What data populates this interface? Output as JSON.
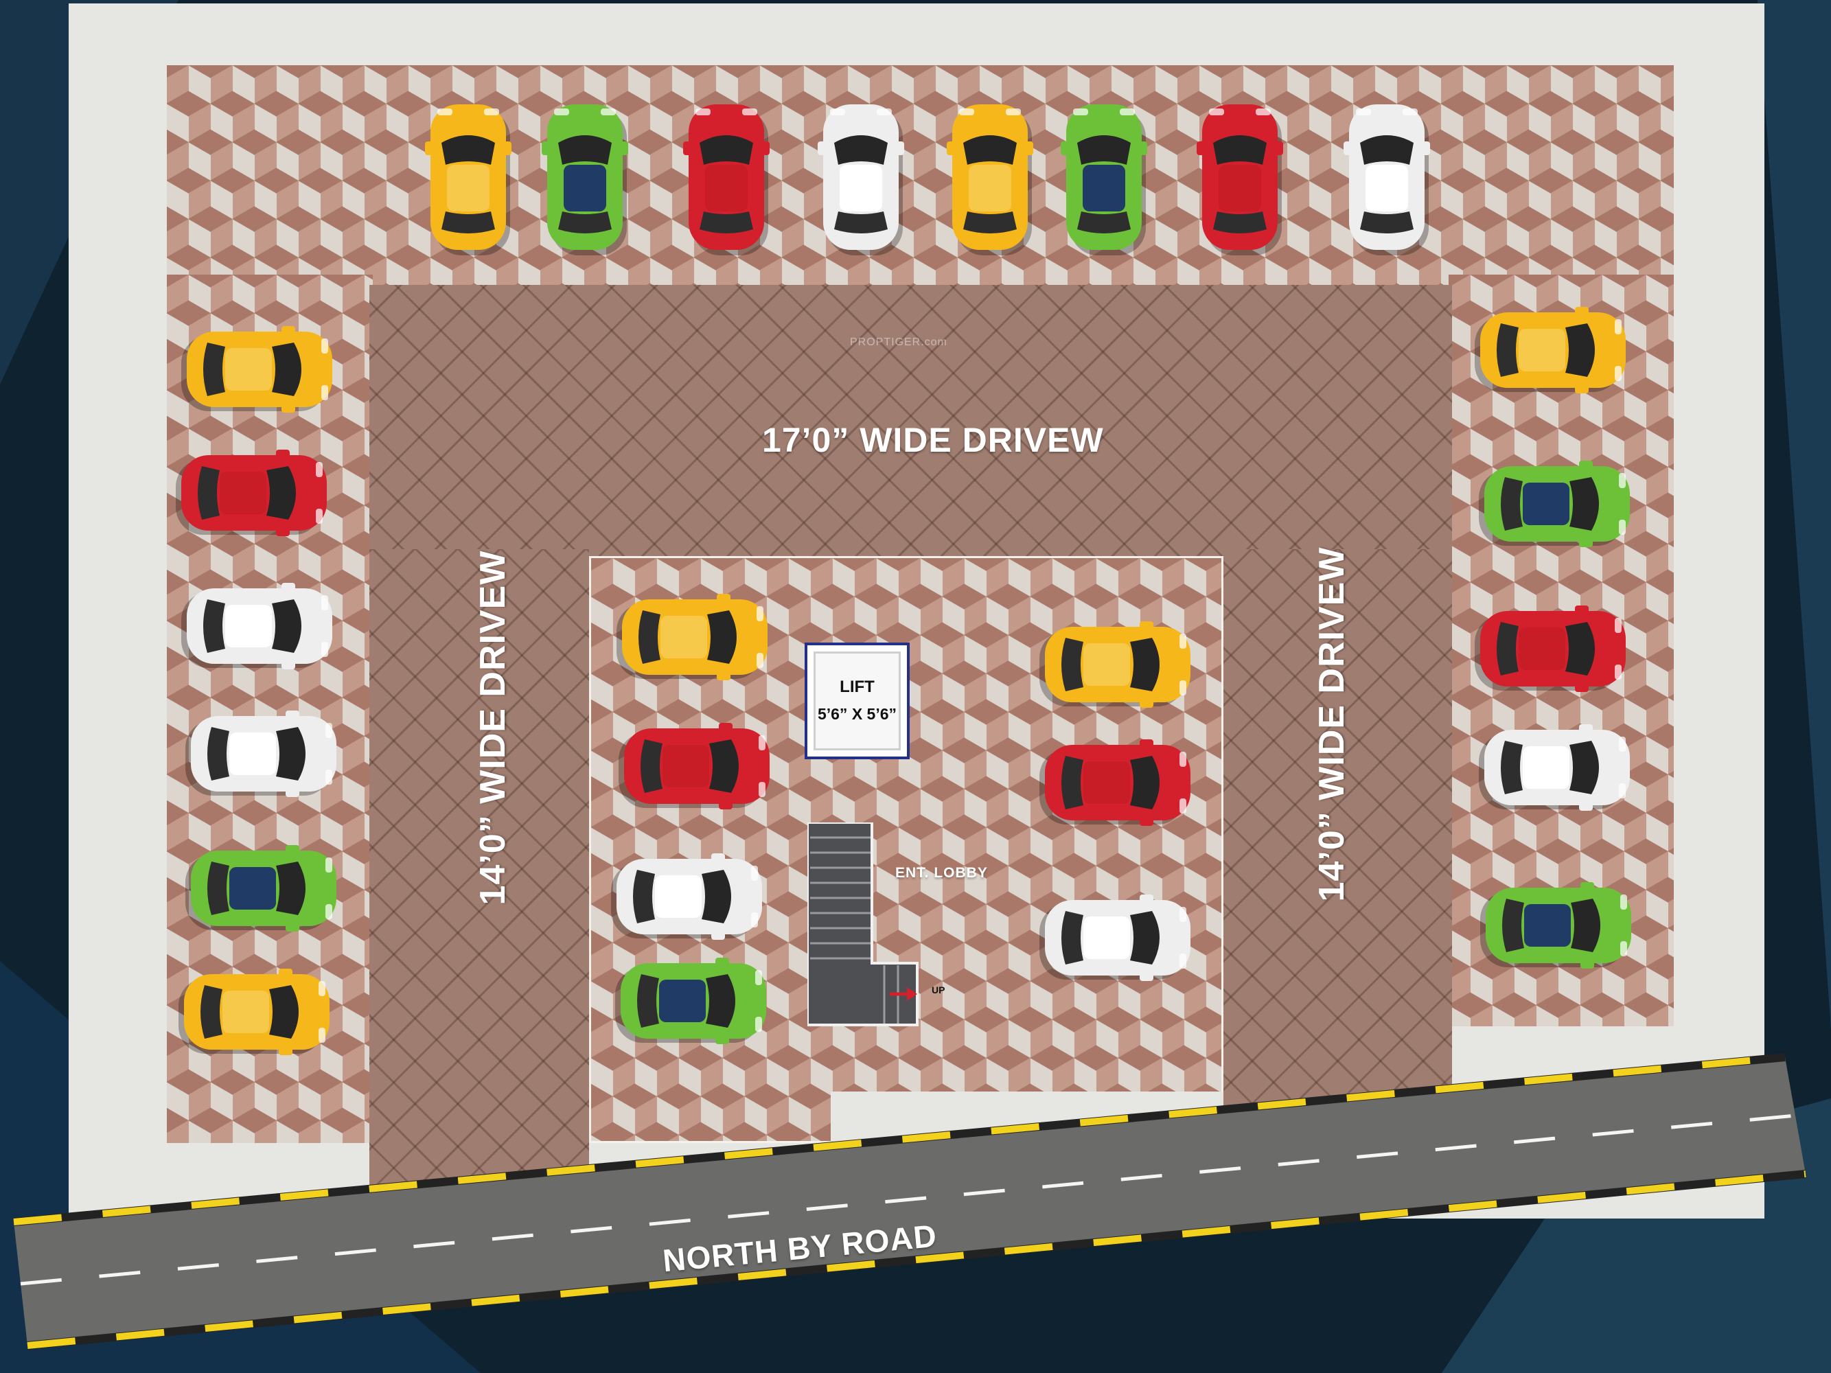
{
  "labels": {
    "top_driveway": "17’0” WIDE DRIVEW",
    "left_driveway": "14’0” WIDE DRIVEW",
    "right_driveway": "14’0” WIDE DRIVEW",
    "lift_title": "LIFT",
    "lift_size": "5’6” X 5’6”",
    "lobby": "ENT. LOBBY",
    "stair_up": "UP",
    "road": "NORTH BY ROAD",
    "watermark": "PROPTIGER.com"
  },
  "colors": {
    "background": "#0f2230",
    "setback": "#e6e6e3",
    "road": "#6b6b69",
    "road_edge_yellow": "#f2d21c",
    "car_yellow": "#f5b719",
    "car_green": "#6cc139",
    "car_red": "#d4202c",
    "car_white": "#eeeeee",
    "lift_frame": "#23308a"
  },
  "car_colors": [
    "yellow",
    "green",
    "red",
    "white",
    "yellow",
    "green",
    "red",
    "white",
    "yellow",
    "red",
    "white",
    "white",
    "green",
    "yellow",
    "yellow",
    "green",
    "red",
    "white",
    "green",
    "yellow",
    "red",
    "white",
    "green",
    "yellow",
    "red",
    "white"
  ]
}
